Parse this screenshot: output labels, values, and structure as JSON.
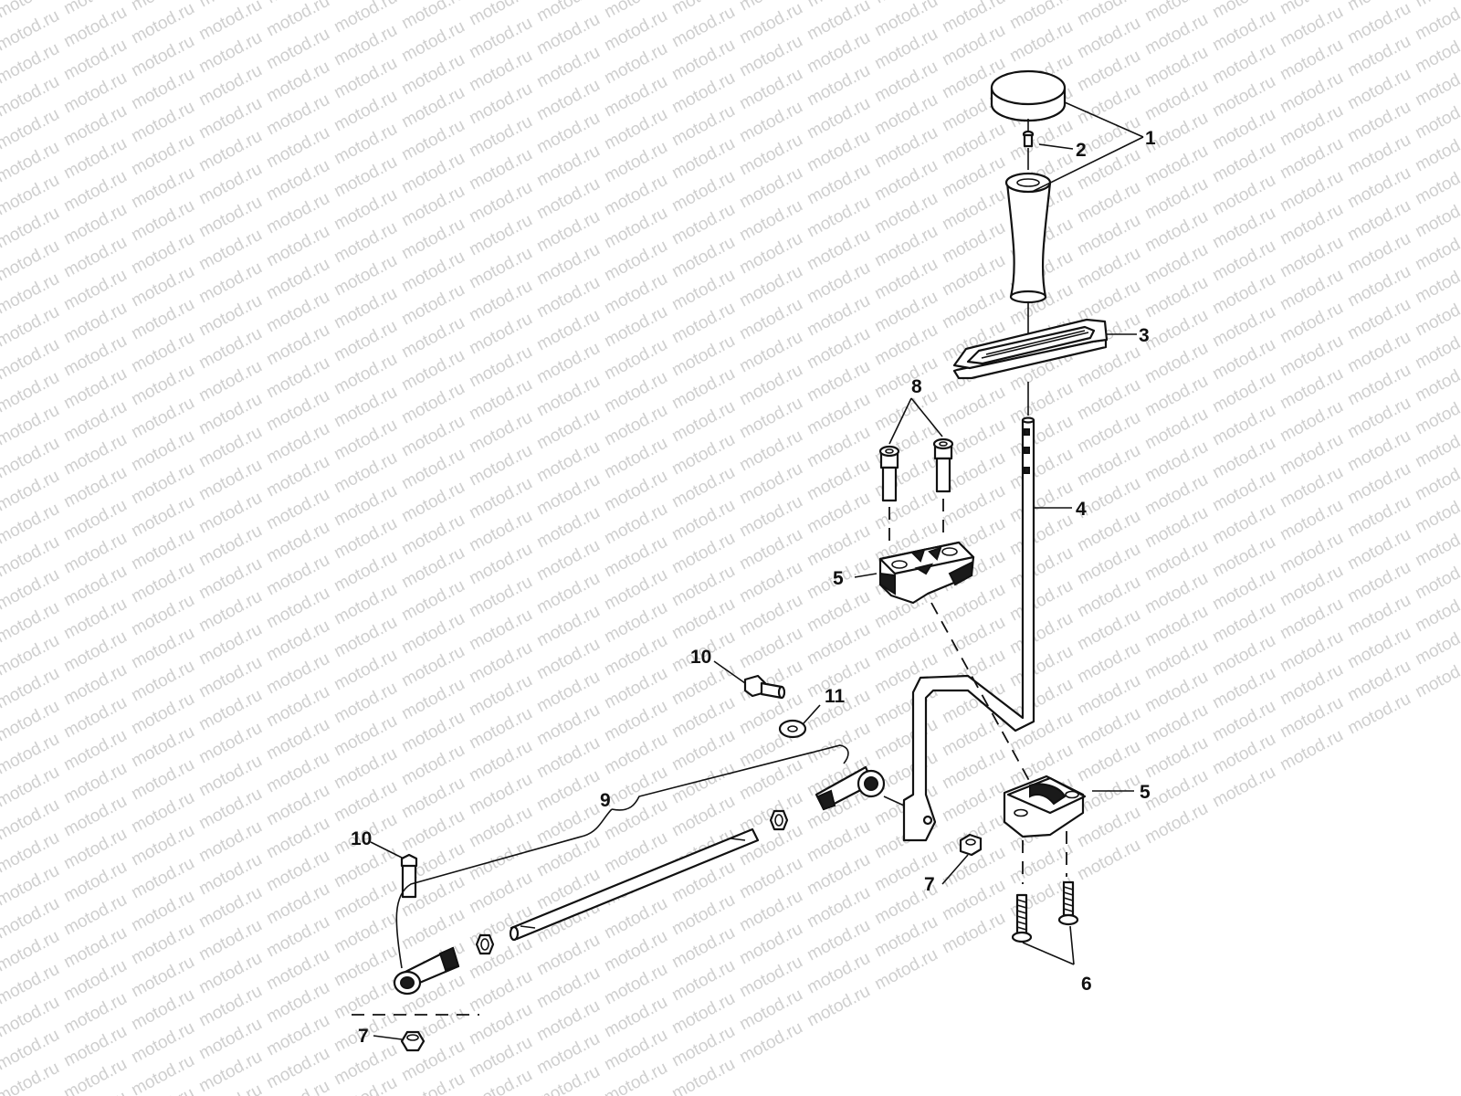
{
  "watermark": {
    "text": "motod.ru"
  },
  "callouts": {
    "c1": "1",
    "c2": "2",
    "c3": "3",
    "c4": "4",
    "c5a": "5",
    "c5b": "5",
    "c6": "6",
    "c7a": "7",
    "c7b": "7",
    "c8": "8",
    "c9": "9",
    "c10a": "10",
    "c10b": "10",
    "c11": "11"
  }
}
